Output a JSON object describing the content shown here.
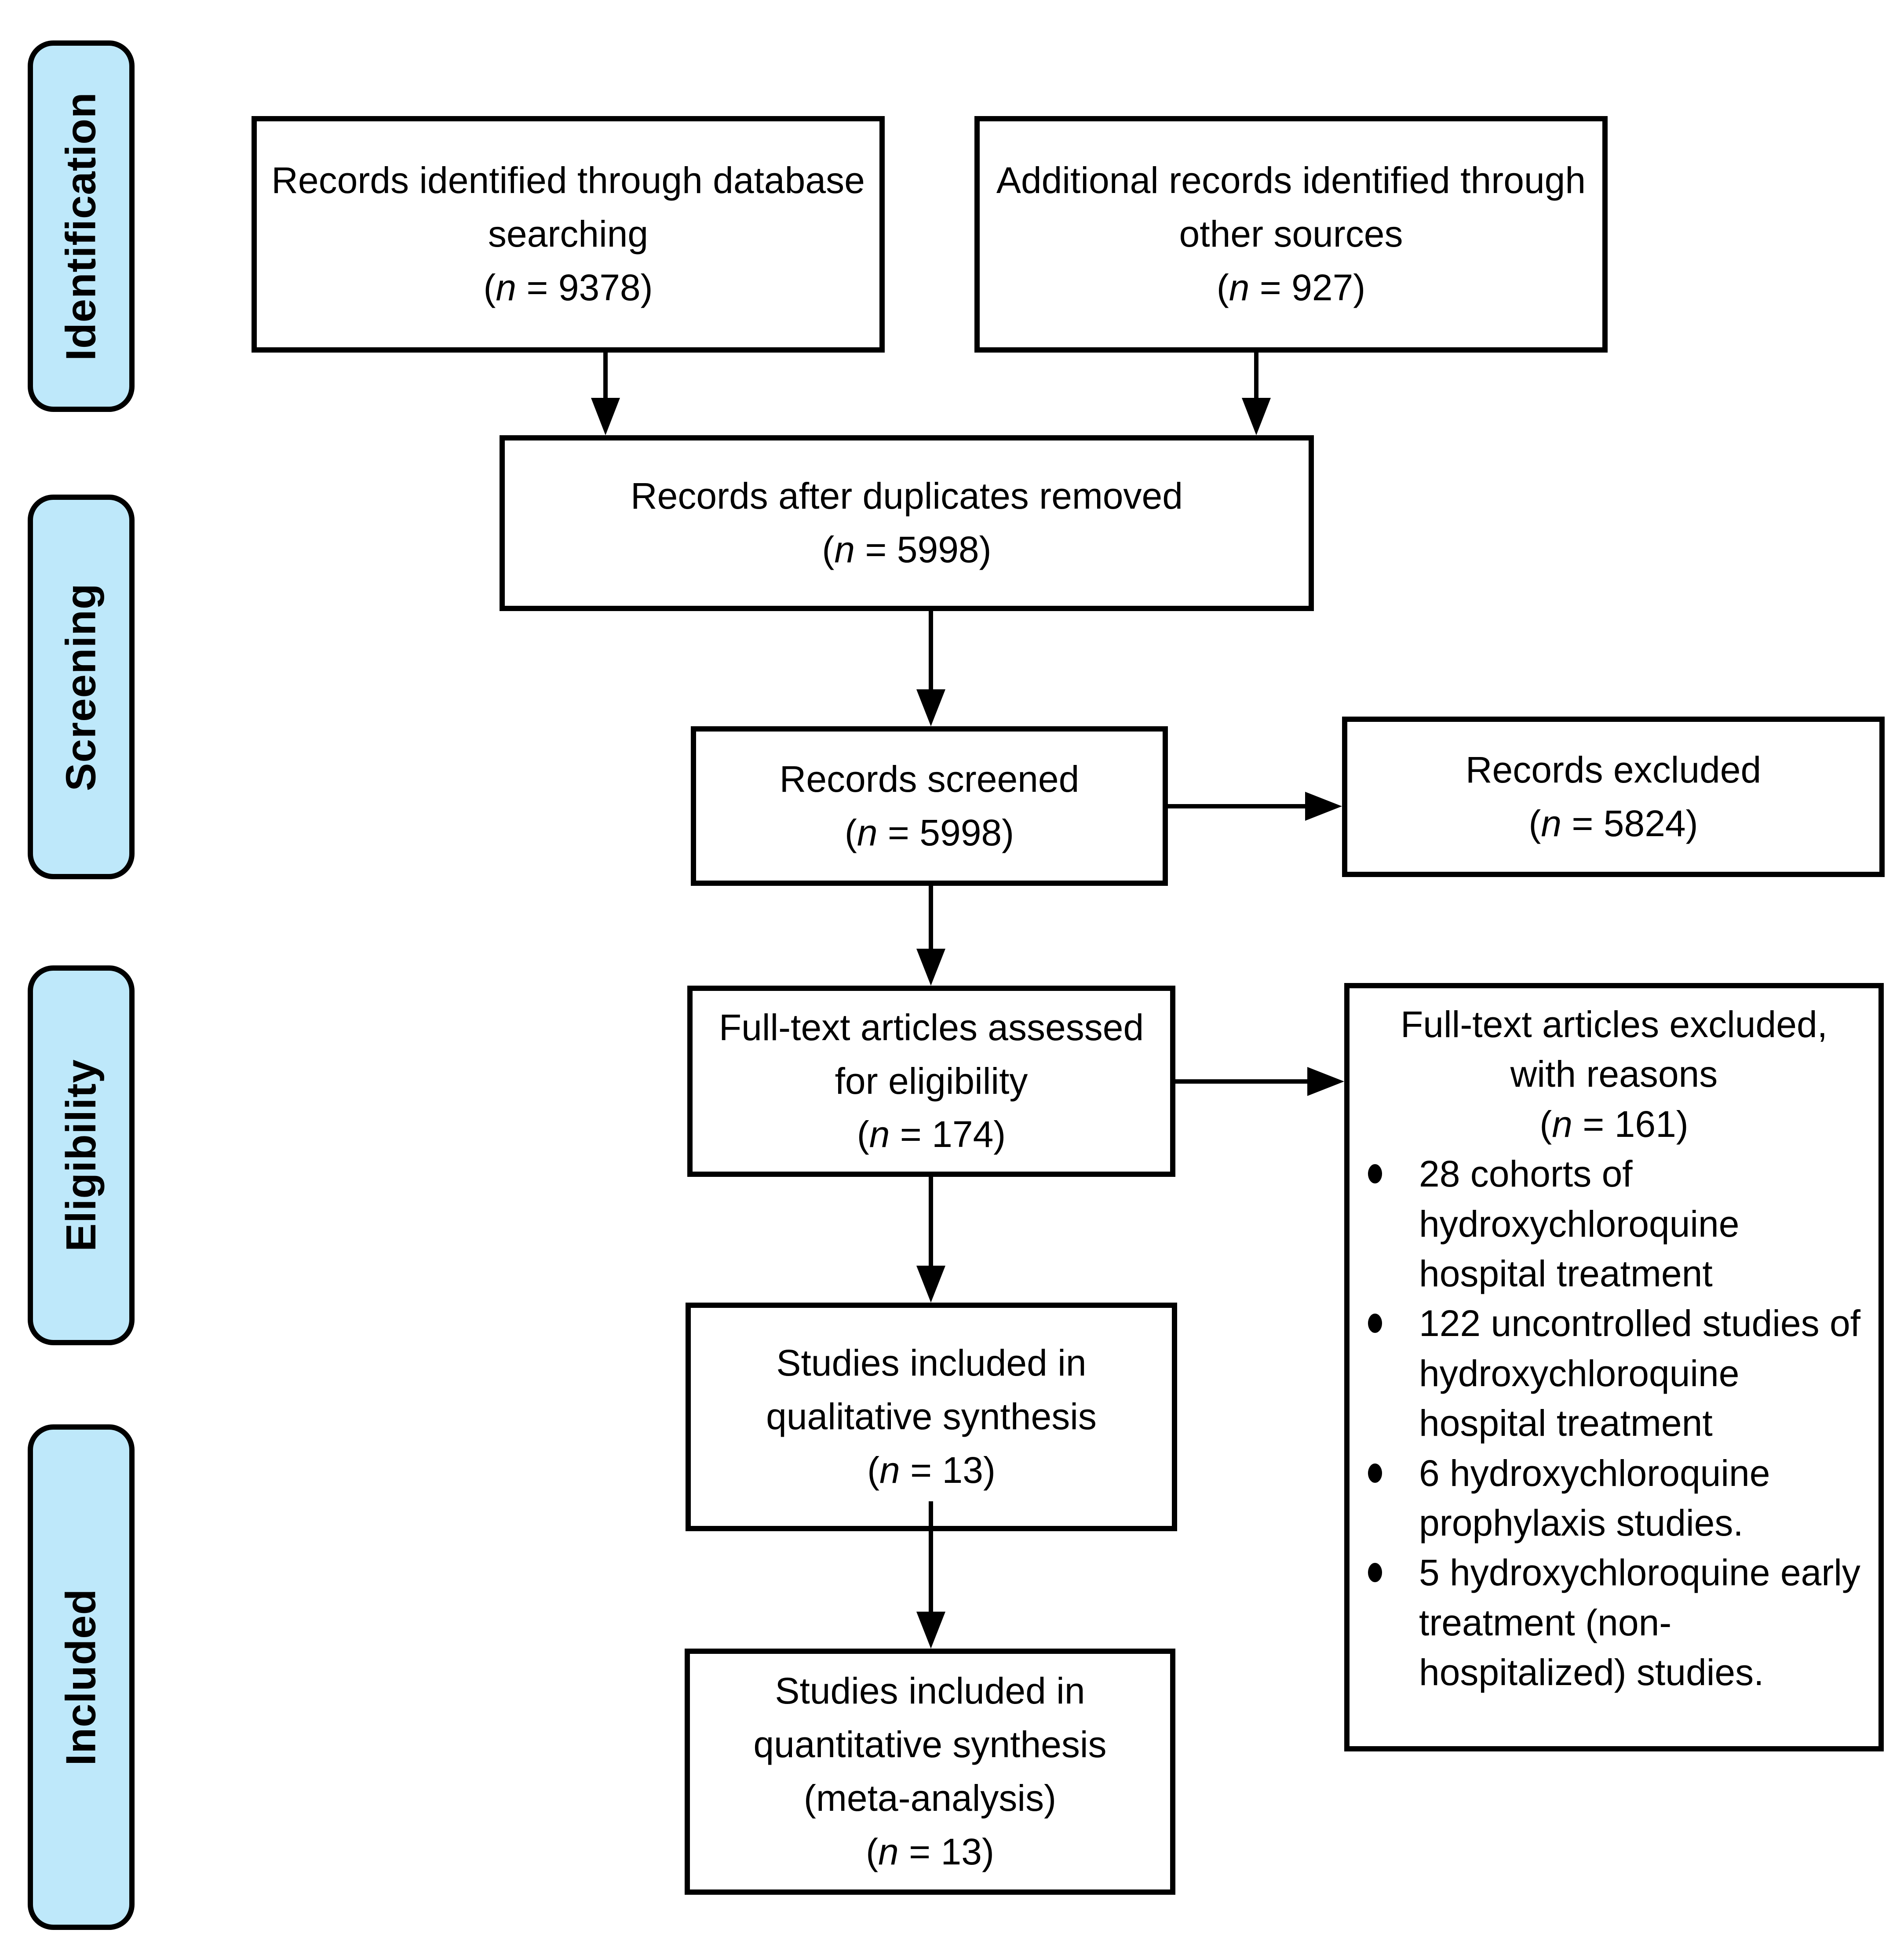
{
  "colors": {
    "stage_fill": "#BEE8FA",
    "line": "#000000"
  },
  "tokens": {
    "open": "(",
    "n": "n",
    "eq": " = ",
    "close": ")"
  },
  "stages": [
    {
      "label": "Identification"
    },
    {
      "label": "Screening"
    },
    {
      "label": "Eligibility"
    },
    {
      "label": "Included"
    }
  ],
  "boxes": {
    "records_identified": {
      "text": "Records identified through database searching",
      "count": "9378"
    },
    "additional_records": {
      "text": "Additional records identified through other sources",
      "count": "927"
    },
    "duplicates_removed": {
      "text": "Records after duplicates removed",
      "count": "5998"
    },
    "records_screened": {
      "text": "Records screened",
      "count": "5998"
    },
    "records_excluded": {
      "text": "Records excluded",
      "count": "5824"
    },
    "fulltext_assessed": {
      "text": "Full-text articles assessed for eligibility",
      "count": "174"
    },
    "fulltext_excluded": {
      "text": "Full-text articles excluded, with reasons",
      "count": "161",
      "reasons": [
        "28 cohorts of hydroxychloroquine hospital treatment",
        "122 uncontrolled studies of hydroxychloroquine hospital treatment",
        "6 hydroxychloroquine prophylaxis studies.",
        "5 hydroxychloroquine early treatment (non-hospitalized) studies."
      ]
    },
    "qualitative_synthesis": {
      "text": "Studies included in qualitative synthesis",
      "count": "13"
    },
    "quantitative_synthesis": {
      "text": "Studies included in quantitative synthesis (meta-analysis)",
      "count": "13"
    }
  }
}
